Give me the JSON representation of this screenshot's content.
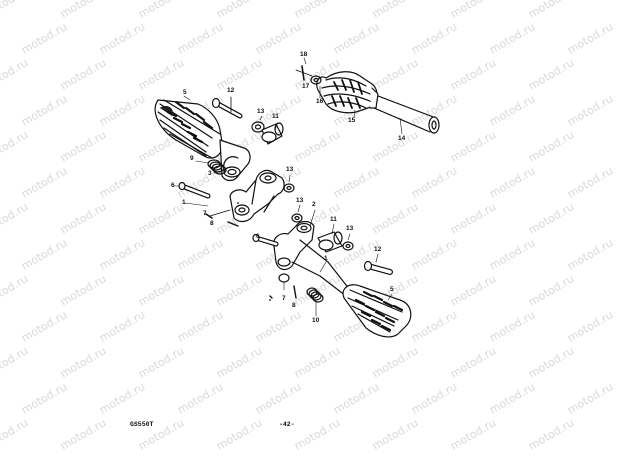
{
  "watermark": "motod.ru",
  "model_code": "GS550T",
  "page_number": "-42-",
  "callouts": [
    "1",
    "2",
    "3",
    "4",
    "5",
    "6",
    "7",
    "8",
    "9",
    "10",
    "11",
    "12",
    "13",
    "14",
    "15",
    "16",
    "17",
    "18"
  ],
  "colors": {
    "ink": "#111111",
    "watermark": "#d9d9d9",
    "background": "#ffffff"
  }
}
